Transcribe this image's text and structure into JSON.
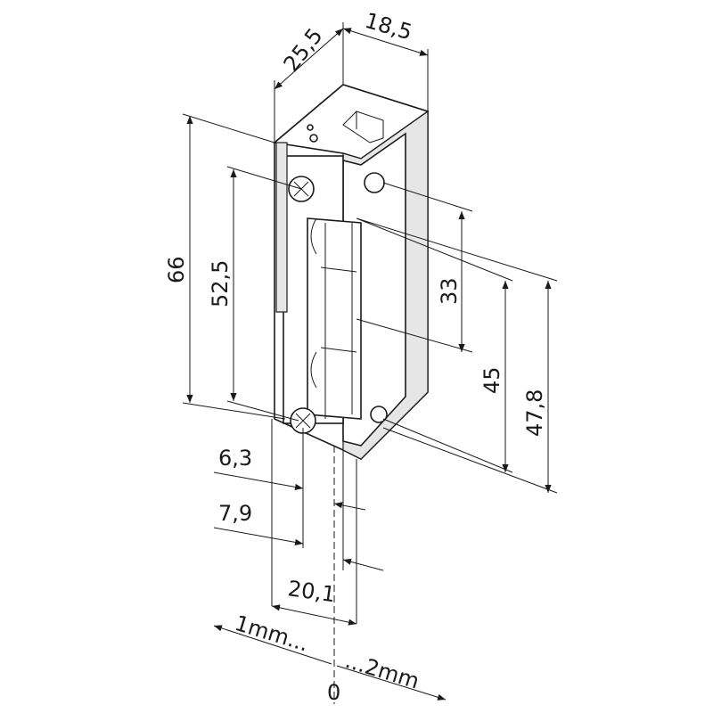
{
  "dimensions": {
    "depth": "25,5",
    "front_width": "18,5",
    "total_height": "66",
    "screw_spacing": "52,5",
    "latch_height": "33",
    "faceplate_height_a": "45",
    "faceplate_height_b": "47,8",
    "offset_a": "6,3",
    "offset_b": "7,9",
    "total_width": "20,1",
    "adjust_left": "1mm...",
    "adjust_right": "...2mm",
    "zero": "0"
  }
}
